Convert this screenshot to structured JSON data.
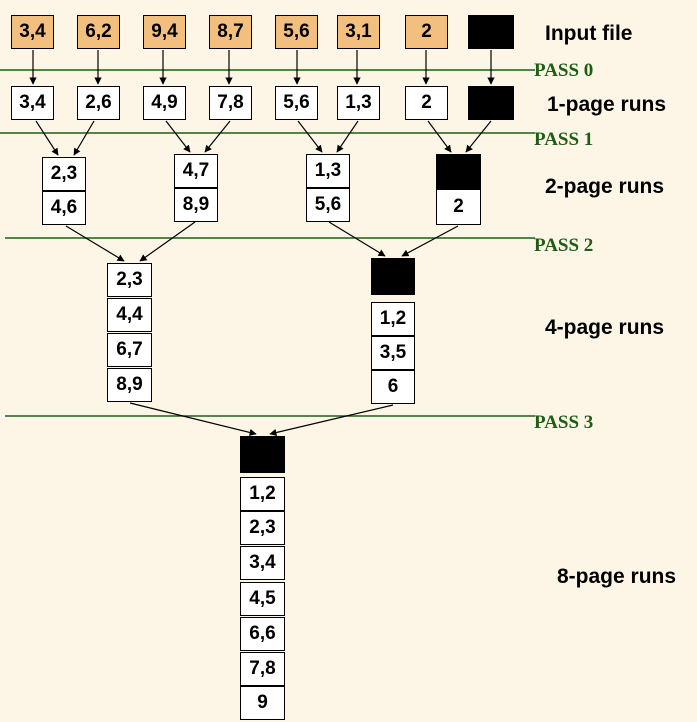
{
  "labels": {
    "input_file": "Input file",
    "one_page_runs": "1-page runs",
    "two_page_runs": "2-page runs",
    "four_page_runs": "4-page runs",
    "eight_page_runs": "8-page runs"
  },
  "passes": [
    "PASS 0",
    "PASS 1",
    "PASS 2",
    "PASS 3"
  ],
  "input_pages": [
    "3,4",
    "6,2",
    "9,4",
    "8,7",
    "5,6",
    "3,1",
    "2",
    ""
  ],
  "pass0_runs": [
    "3,4",
    "2,6",
    "4,9",
    "7,8",
    "5,6",
    "1,3",
    "2",
    ""
  ],
  "pass1_runs": [
    [
      "2,3",
      "4,6"
    ],
    [
      "4,7",
      "8,9"
    ],
    [
      "1,3",
      "5,6"
    ],
    [
      "",
      "2"
    ]
  ],
  "pass2_runs": [
    [
      "2,3",
      "4,4",
      "6,7",
      "8,9"
    ],
    [
      "",
      "1,2",
      "3,5",
      "6"
    ]
  ],
  "pass3_run": [
    "",
    "1,2",
    "2,3",
    "3,4",
    "4,5",
    "6,6",
    "7,8",
    "9"
  ],
  "colors": {
    "background": "#fdf6e6",
    "input_page": "#f2bf7e",
    "run_page": "#ffffff",
    "empty_page": "#000000",
    "pass_line": "#1e5e14"
  }
}
